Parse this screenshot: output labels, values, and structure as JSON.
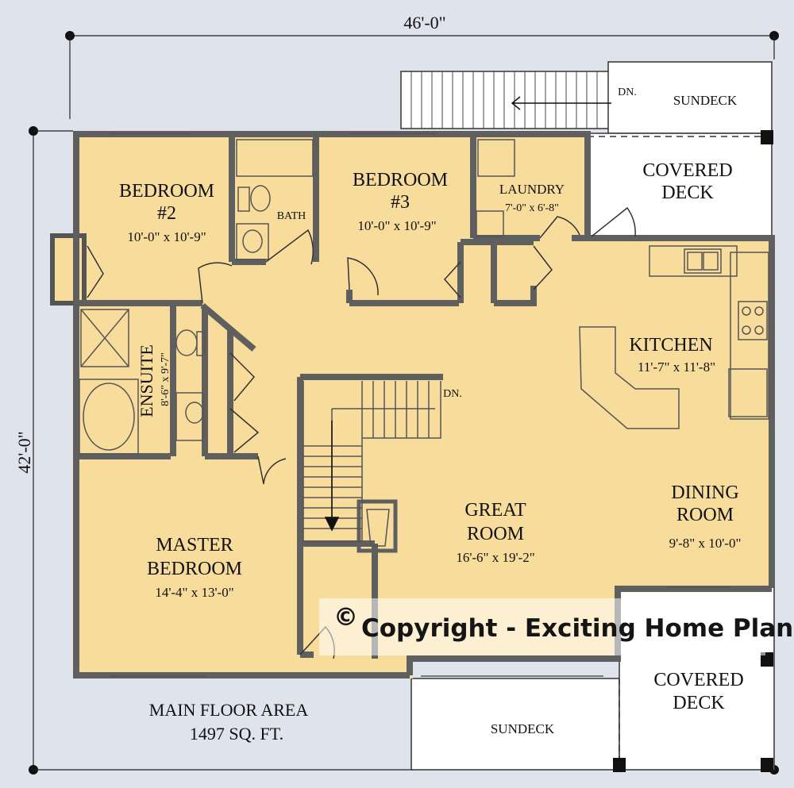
{
  "overall": {
    "width_dim": "46'-0\"",
    "depth_dim": "42'-0\""
  },
  "rooms": {
    "bedroom2": {
      "name": "BEDROOM",
      "num": "#2",
      "size": "10'-0\" x 10'-9\""
    },
    "bedroom3": {
      "name": "BEDROOM",
      "num": "#3",
      "size": "10'-0\" x 10'-9\""
    },
    "bath": {
      "name": "BATH"
    },
    "laundry": {
      "name": "LAUNDRY",
      "size": "7'-0\" x 6'-8\""
    },
    "ensuite": {
      "name": "ENSUITE",
      "size": "8'-6\" x 9'-7\""
    },
    "kitchen": {
      "name": "KITCHEN",
      "size": "11'-7\" x 11'-8\""
    },
    "great_room": {
      "line1": "GREAT",
      "line2": "ROOM",
      "size": "16'-6\" x 19'-2\""
    },
    "dining_room": {
      "line1": "DINING",
      "line2": "ROOM",
      "size": "9'-8\" x 10'-0\""
    },
    "master_bedroom": {
      "line1": "MASTER",
      "line2": "BEDROOM",
      "size": "14'-4\" x 13'-0\""
    }
  },
  "exterior": {
    "sundeck_top": "SUNDECK",
    "covered_deck_top": {
      "line1": "COVERED",
      "line2": "DECK"
    },
    "sundeck_bottom": "SUNDECK",
    "covered_deck_bottom": {
      "line1": "COVERED",
      "line2": "DECK"
    },
    "stair_down_top": "DN.",
    "stair_down_interior": "DN."
  },
  "area_note": {
    "line1": "MAIN FLOOR AREA",
    "line2": "1497 SQ. FT."
  },
  "watermark": {
    "symbol": "©",
    "text": "Copyright - Exciting Home Plans"
  },
  "colors": {
    "floor": "#f8dc9c",
    "wall": "#6a6a6a",
    "background": "#dfe4ec",
    "line": "#222222"
  }
}
